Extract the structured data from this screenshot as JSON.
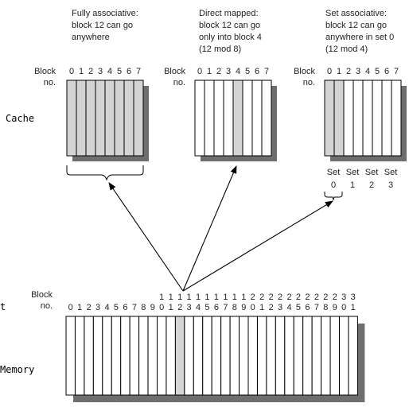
{
  "captions": {
    "fully": [
      "Fully associative:",
      "block 12 can go",
      "anywhere"
    ],
    "direct": [
      "Direct mapped:",
      "block 12 can go",
      "only into block 4",
      "(12 mod 8)"
    ],
    "set": [
      "Set associative:",
      "block 12 can go",
      "anywhere in set 0",
      "(12 mod 4)"
    ]
  },
  "block_label": [
    "Block",
    "no."
  ],
  "cache_label": "Cache",
  "memory_label": "Memory",
  "memory_edge_char": "t",
  "cache_block_numbers": [
    "0",
    "1",
    "2",
    "3",
    "4",
    "5",
    "6",
    "7"
  ],
  "set_labels": [
    {
      "word": "Set",
      "num": "0"
    },
    {
      "word": "Set",
      "num": "1"
    },
    {
      "word": "Set",
      "num": "2"
    },
    {
      "word": "Set",
      "num": "3"
    }
  ],
  "memory_tens": [
    "",
    "",
    "",
    "",
    "",
    "",
    "",
    "",
    "",
    "",
    "1",
    "1",
    "1",
    "1",
    "1",
    "1",
    "1",
    "1",
    "1",
    "1",
    "2",
    "2",
    "2",
    "2",
    "2",
    "2",
    "2",
    "2",
    "2",
    "2",
    "3",
    "3"
  ],
  "memory_units": [
    "0",
    "1",
    "2",
    "3",
    "4",
    "5",
    "6",
    "7",
    "8",
    "9",
    "0",
    "1",
    "2",
    "3",
    "4",
    "5",
    "6",
    "7",
    "8",
    "9",
    "0",
    "1",
    "2",
    "3",
    "4",
    "5",
    "6",
    "7",
    "8",
    "9",
    "0",
    "1"
  ],
  "highlighted_memory_block": 12,
  "highlighted_cache_blocks": {
    "fully": [
      0,
      1,
      2,
      3,
      4,
      5,
      6,
      7
    ],
    "direct": [
      4
    ],
    "set": [
      0,
      1
    ]
  },
  "colors": {
    "highlight": "#d4d4d4",
    "shadow": "#6e6e6e",
    "line": "#000000",
    "fill": "#ffffff"
  }
}
